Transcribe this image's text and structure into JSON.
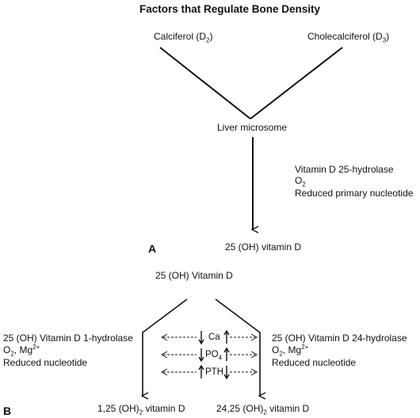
{
  "title": "Factors that Regulate Bone Density",
  "panel_a": {
    "label": "A",
    "calciferol": "Calciferol (D",
    "calciferol_sub": "2",
    "calciferol_end": ")",
    "cholecalciferol": "Cholecalciferol (D",
    "cholecalciferol_sub": "3",
    "cholecalciferol_end": ")",
    "liver": "Liver microsome",
    "enzyme": "Vitamin D 25-hydrolase",
    "o2": "O",
    "o2_sub": "2",
    "nucleotide": "Reduced primary nucleotide",
    "product": "25 (OH) vitamin D"
  },
  "panel_b": {
    "label": "B",
    "source": "25 (OH) Vitamin D",
    "left_enzyme": "25 (OH) Vitamin D 1-hydrolase",
    "left_cofactor_o": "O",
    "left_cofactor_sub": "2",
    "left_cofactor_mg": ", Mg",
    "left_cofactor_sup": "2+",
    "left_nucleotide": "Reduced nucleotide",
    "right_enzyme": "25 (OH) Vitamin D 24-hydrolase",
    "right_cofactor_o": "O",
    "right_cofactor_sub": "2",
    "right_cofactor_mg": ", Mg",
    "right_cofactor_sup": "2+",
    "right_nucleotide": "Reduced nucleotide",
    "regulators": [
      {
        "name": "Ca",
        "left_dir": "down",
        "right_dir": "up"
      },
      {
        "name": "PO",
        "sub": "4",
        "left_dir": "down",
        "right_dir": "up"
      },
      {
        "name": "PTH",
        "left_dir": "up",
        "right_dir": "down"
      }
    ],
    "left_product": "1,25 (OH)",
    "left_product_sub": "2",
    "left_product_end": " vitamin D",
    "right_product": "24,25 (OH)",
    "right_product_sub": "2",
    "right_product_end": " vitamin D"
  }
}
